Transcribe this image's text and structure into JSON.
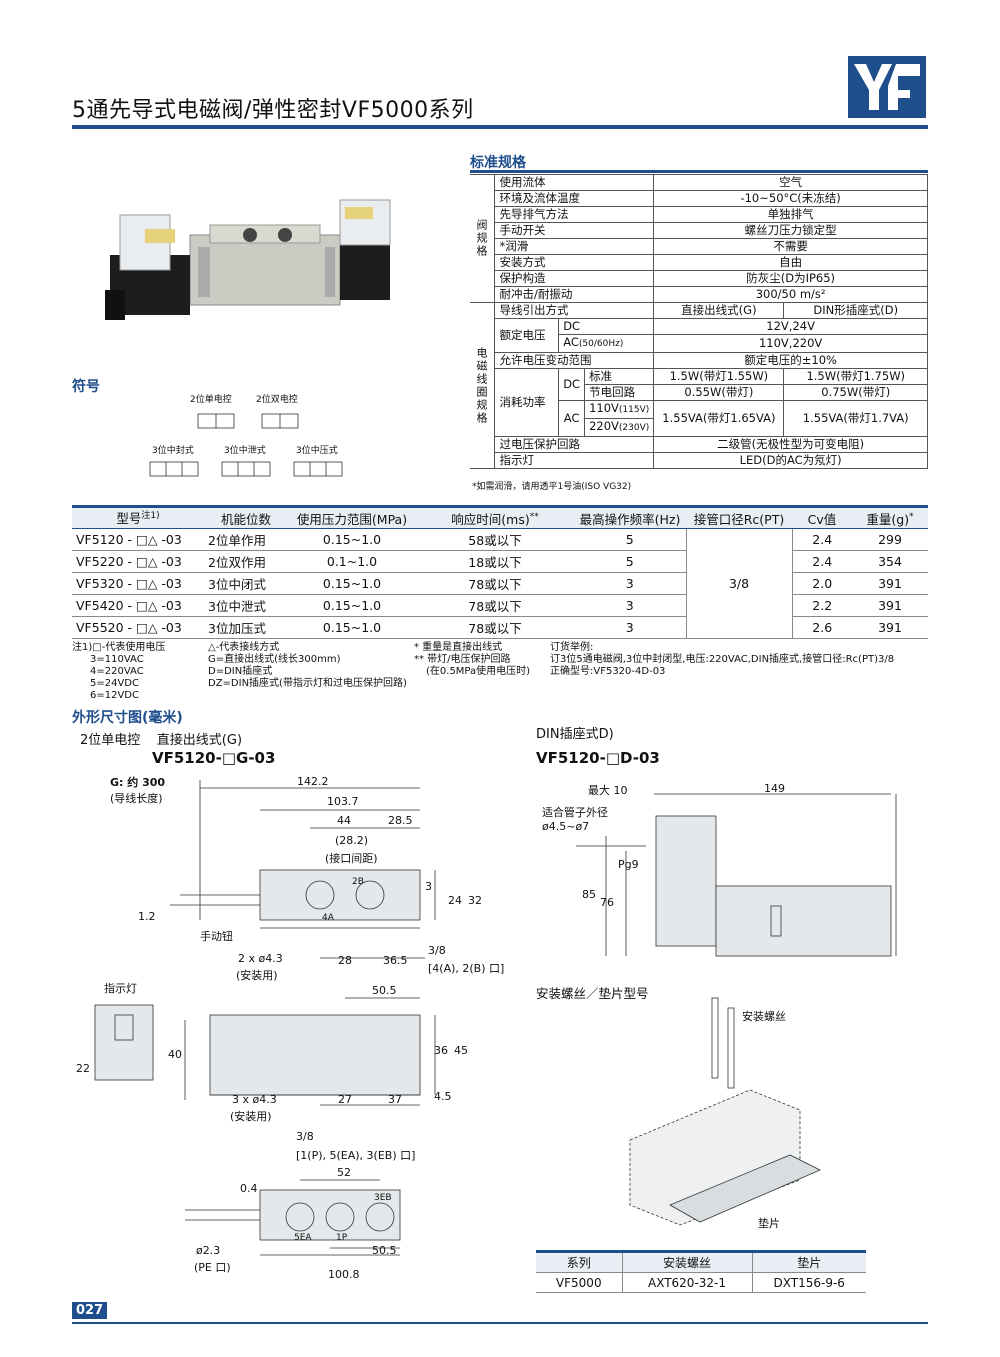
{
  "header": {
    "title": "5通先导式电磁阀/弹性密封VF5000系列",
    "logo_text": "YF",
    "brand_color": "#1f4e8c"
  },
  "spec": {
    "heading": "标准规格",
    "group_valve": "阀规格",
    "group_coil": "电磁线圈规格",
    "rows": {
      "fluid": [
        "使用流体",
        "空气"
      ],
      "temp": [
        "环境及流体温度",
        "-10~50°C(未冻结)"
      ],
      "exhaust": [
        "先导排气方法",
        "单独排气"
      ],
      "manual": [
        "手动开关",
        "螺丝刀压力锁定型"
      ],
      "lube": [
        "*润滑",
        "不需要"
      ],
      "mount": [
        "安装方式",
        "自由"
      ],
      "protect": [
        "保护构造",
        "防灰尘(D为IP65)"
      ],
      "shock": [
        "耐冲击/耐振动",
        "300/50 m/s²"
      ]
    },
    "lead": {
      "label": "导线引出方式",
      "g": "直接出线式(G)",
      "d": "DIN形插座式(D)"
    },
    "voltage": {
      "label": "额定电压",
      "dc": "DC",
      "dc_val": "12V,24V",
      "ac": "AC",
      "ac_sub": "(50/60Hz)",
      "ac_val": "110V,220V"
    },
    "fluct": {
      "label": "允许电压变动范围",
      "value": "额定电压的±10%"
    },
    "power": {
      "label": "消耗功率",
      "dc": "DC",
      "std": "标准",
      "std_g": "1.5W(带灯1.55W)",
      "std_d": "1.5W(带灯1.75W)",
      "save": "节电回路",
      "save_g": "0.55W(带灯)",
      "save_d": "0.75W(带灯)",
      "ac": "AC",
      "v110": "110V",
      "v110_sub": "(115V)",
      "v220": "220V",
      "v220_sub": "(230V)",
      "ac_g": "1.55VA(带灯1.65VA)",
      "ac_d": "1.55VA(带灯1.7VA)"
    },
    "surge": {
      "label": "过电压保护回路",
      "value": "二级管(无极性型为可变电阻)"
    },
    "light": {
      "label": "指示灯",
      "value": "LED(D的AC为氖灯)"
    },
    "note": "*如需润滑，请用透平1号油(ISO VG32)"
  },
  "symbols": {
    "heading": "符号",
    "s1": "2位单电控",
    "s2": "2位双电控",
    "s3": "3位中封式",
    "s4": "3位中泄式",
    "s5": "3位中压式"
  },
  "models": {
    "headers": [
      "型号",
      "注1)",
      "机能位数",
      "使用压力范围(MPa)",
      "响应时间(ms)",
      "**",
      "最高操作频率(Hz)",
      "接管口径Rc(PT)",
      "Cv值",
      "重量(g)",
      "*"
    ],
    "rows": [
      [
        "VF5120 - □△ -03",
        "2位单作用",
        "0.15~1.0",
        "58或以下",
        "5",
        "2.4",
        "299"
      ],
      [
        "VF5220 - □△ -03",
        "2位双作用",
        "0.1~1.0",
        "18或以下",
        "5",
        "2.4",
        "354"
      ],
      [
        "VF5320 - □△ -03",
        "3位中闭式",
        "0.15~1.0",
        "78或以下",
        "3",
        "2.0",
        "391"
      ],
      [
        "VF5420 - □△ -03",
        "3位中泄式",
        "0.15~1.0",
        "78或以下",
        "3",
        "2.2",
        "391"
      ],
      [
        "VF5520 - □△ -03",
        "3位加压式",
        "0.15~1.0",
        "78或以下",
        "3",
        "2.6",
        "391"
      ]
    ],
    "port": "3/8"
  },
  "notes": {
    "n1": [
      "注1)□-代表使用电压",
      "3=110VAC",
      "4=220VAC",
      "5=24VDC",
      "6=12VDC"
    ],
    "n2": [
      "△-代表接线方式",
      "G=直接出线式(线长300mm)",
      "D=DIN插座式",
      "DZ=DIN插座式(带指示灯和过电压保护回路)"
    ],
    "n3": [
      "* 重量是直接出线式",
      "** 带灯/电压保护回路",
      "(在0.5MPa使用电压时)"
    ],
    "n4": [
      "订货举例:",
      "订3位5通电磁阀,3位中封闭型,电压:220VAC,DIN插座式,接管口径:Rc(PT)3/8",
      "正确型号:VF5320-4D-03"
    ]
  },
  "dims": {
    "heading": "外形尺寸图(毫米)",
    "left_sub": "2位单电控    直接出线式(G)",
    "left_model": "VF5120-□G-03",
    "right_sub": "DIN插座式D)",
    "right_model": "VF5120-□D-03",
    "g_label": "G: 约 300",
    "g_sub": "(导线长度)",
    "manual": "手动钮",
    "hole2": "2 x ø4.3",
    "hole2_sub": "(安装用)",
    "hole3": "3 x ø4.3",
    "hole3_sub": "(安装用)",
    "indicator": "指示灯",
    "port38": "3/8",
    "port_ab": "[4(A), 2(B) 口]",
    "port_main": "[1(P), 5(EA), 3(EB) 口]",
    "pe": "ø2.3",
    "pe_sub": "(PE 口)",
    "spacing": "(28.2)",
    "spacing_sub": "(接口间距)",
    "d_max": "最大 10",
    "d_fit": "适合管子外径",
    "d_fit_val": "ø4.5~ø7",
    "d_pg": "Pg9",
    "n": {
      "a142": "142.2",
      "a103": "103.7",
      "a44": "44",
      "a285": "28.5",
      "a3": "3",
      "a24": "24",
      "a32": "32",
      "a12": "1.2",
      "a28": "28",
      "a365": "36.5",
      "a505": "50.5",
      "a22": "22",
      "a40": "40",
      "a36": "36",
      "a45": "45",
      "a27": "27",
      "a37": "37",
      "a45b": "4.5",
      "a52": "52",
      "a04": "0.4",
      "a505b": "50.5",
      "a1008": "100.8",
      "b149": "149",
      "b85": "85",
      "b76": "76",
      "p2b": "2B",
      "p4a": "4A",
      "p3eb": "3EB",
      "p5ea": "5EA",
      "p1p": "1P"
    }
  },
  "screws": {
    "heading": "安装螺丝／垫片型号",
    "screw_label": "安装螺丝",
    "pad_label": "垫片",
    "headers": [
      "系列",
      "安装螺丝",
      "垫片"
    ],
    "row": [
      "VF5000",
      "AXT620-32-1",
      "DXT156-9-6"
    ]
  },
  "page": "027"
}
